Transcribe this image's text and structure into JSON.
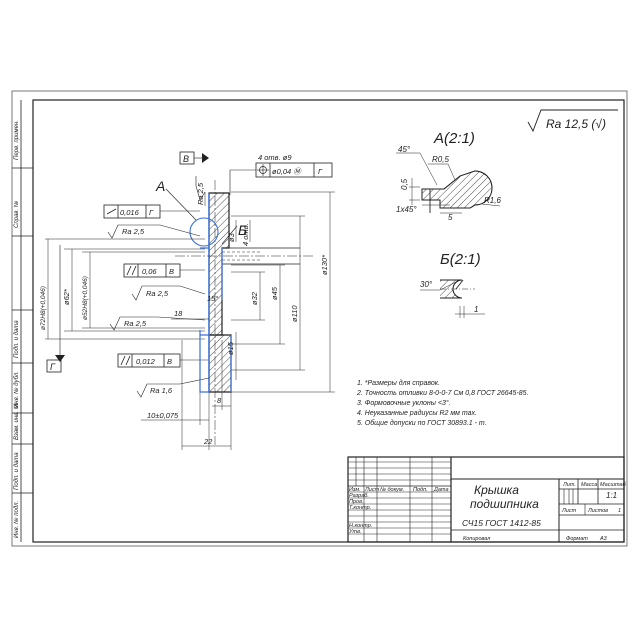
{
  "roughness_general": "Ra 12,5 (√)",
  "view_a_title": "А(2:1)",
  "view_b_title": "Б(2:1)",
  "view_a": {
    "chamfer_angle": "45°",
    "radius_1": "R0,5",
    "dim_05": "0,5",
    "chamfer": "1х45°",
    "dim_5": "5",
    "radius_2": "R1,6"
  },
  "view_b": {
    "angle": "30°",
    "dim_1": "1"
  },
  "main_view": {
    "callout_a": "А",
    "callout_b": "Б",
    "datum_v": "В",
    "datum_g": "Г",
    "ra_25_top": "Ra 2,5",
    "holes_note": "4 отв. ø9",
    "position_tol": "ø0,04 Ⓜ",
    "position_datum": "Г",
    "flat_tol": "0,016",
    "flat_datum": "Г",
    "ra_25_a": "Ra 2,5",
    "ra_25_b": "Ra 2,5",
    "ra_25_c": "Ra 2,5",
    "parallel_tol_1": "0,06",
    "parallel_datum_1": "В",
    "parallel_tol_2": "0,012",
    "parallel_datum_2": "В",
    "ra_16": "Ra 1,6",
    "d72": "ø72H8(+0,046)",
    "d62": "ø62*",
    "d52": "ø52H8(+0,046)",
    "d3": "ø3",
    "holes4": "4 отв.",
    "d32": "ø32",
    "d45": "ø45",
    "d110": "ø110",
    "d130": "ø130*",
    "d15": "ø15",
    "angle_15": "15°",
    "dim_18": "18",
    "dim_8": "8",
    "dim_10": "10±0,075",
    "dim_22": "22"
  },
  "notes": [
    "1. *Размеры для справок.",
    "2. Точность отливки 8-0-0-7 См 0,8 ГОСТ 26645-85.",
    "3. Формовочные уклоны <3°.",
    "4. Неуказанные радиусы R2 мм тах.",
    "5. Общие допуски по ГОСТ 30893.1 - т."
  ],
  "title_block": {
    "part_name_1": "Крышка",
    "part_name_2": "подшипника",
    "material": "СЧ15 ГОСТ 1412-85",
    "col_lit": "Лит.",
    "col_mass": "Масса",
    "col_scale": "Масштаб",
    "scale_value": "1:1",
    "sheet_label": "Лист",
    "sheets_label": "Листов",
    "sheets_value": "1",
    "row_izm": "Изм.",
    "row_list": "Лист",
    "row_doc": "№ докум.",
    "row_sign": "Подп.",
    "row_date": "Дата",
    "role_dev": "Разраб.",
    "role_check": "Пров.",
    "role_tcontr": "Т.контр.",
    "role_ncontr": "Н.контр.",
    "role_approve": "Утв.",
    "copied": "Копировал",
    "format": "Формат",
    "format_value": "А3"
  },
  "left_strip": [
    "Перв. примен.",
    "Справ. №",
    "Подп. и дата",
    "Инв. № дубл.",
    "Взам. инв. №",
    "Подп. и дата",
    "Инв. № подл."
  ]
}
